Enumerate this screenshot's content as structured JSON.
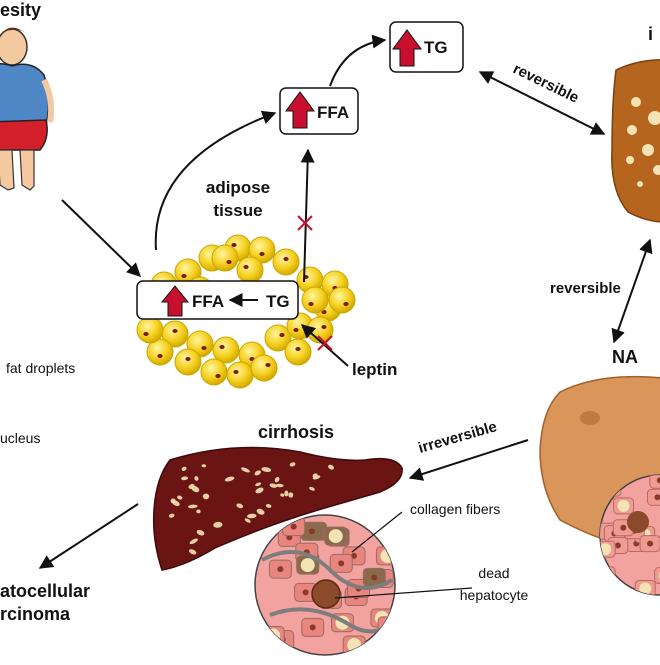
{
  "labels": {
    "obesity": "esity",
    "adipose_line1": "adipose",
    "adipose_line2": "tissue",
    "leptin": "leptin",
    "ffa_box": "FFA",
    "tg_box": "TG",
    "adipose_ffa": "FFA",
    "adipose_tg": "TG",
    "reversible_top": "reversible",
    "reversible_right": "reversible",
    "irreversible": "irreversible",
    "cirrhosis": "cirrhosis",
    "collagen_fibers": "collagen fibers",
    "dead_line1": "dead",
    "dead_line2": "hepatocyte",
    "liver_top_label": "i",
    "nash_label": "NA",
    "fat_droplets": "fat droplets",
    "nucleus": "ucleus",
    "hcc_line1": "atocellular",
    "hcc_line2": "rcinoma"
  },
  "colors": {
    "arrow": "#111111",
    "up_arrow": "#c8102e",
    "inhibit_x": "#c8102e",
    "fat_cell": "#f5d020",
    "fat_cell_edge": "#c9a800",
    "fat_nucleus": "#7a1a10",
    "steatosis_liver": "#b5651d",
    "nash_liver": "#d9955a",
    "cirrhosis_liver": "#6b1414",
    "fat_spot": "#f4e3b5",
    "tissue_bg": "#f2a3a0"
  }
}
